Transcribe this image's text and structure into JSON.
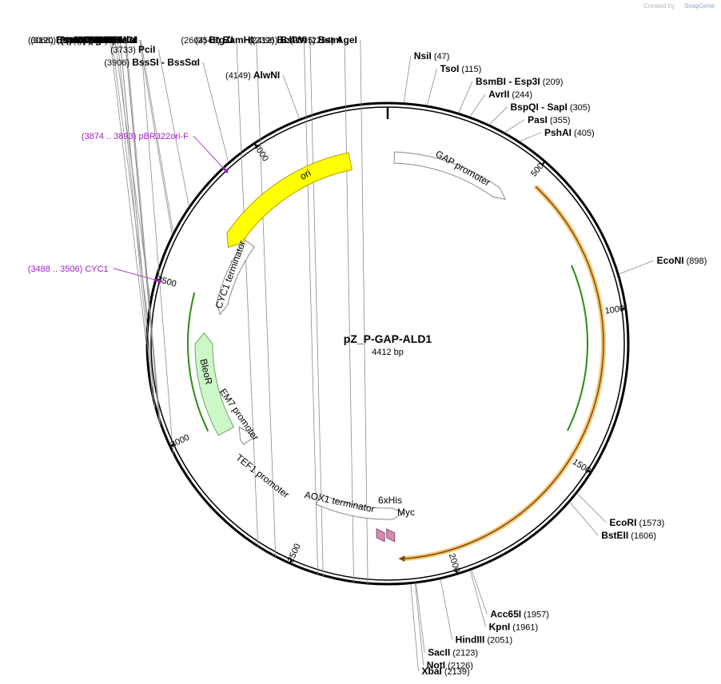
{
  "credit": {
    "created_by": "Created by",
    "brand": "SnapGene"
  },
  "plasmid": {
    "name": "pZ_P-GAP-ALD1",
    "size_text": "4412 bp",
    "length": 4412
  },
  "ticks": [
    {
      "value": 500,
      "label": "500"
    },
    {
      "value": 1000,
      "label": "1000"
    },
    {
      "value": 1500,
      "label": "1500"
    },
    {
      "value": 2000,
      "label": "2000"
    },
    {
      "value": 2500,
      "label": "2500"
    },
    {
      "value": 3000,
      "label": "3000"
    },
    {
      "value": 3500,
      "label": "3500"
    },
    {
      "value": 4000,
      "label": "4000"
    }
  ],
  "sites": [
    {
      "name": "NsiI",
      "pos": "(47)",
      "bp": 47,
      "side": "R",
      "order": "name-first"
    },
    {
      "name": "TsoI",
      "pos": "(115)",
      "bp": 115,
      "side": "R",
      "order": "name-first"
    },
    {
      "name": "BsmBI  - Esp3I",
      "pos": "(209)",
      "bp": 209,
      "side": "R",
      "order": "name-first"
    },
    {
      "name": "AvrII",
      "pos": "(244)",
      "bp": 244,
      "side": "R",
      "order": "name-first"
    },
    {
      "name": "BspQI  - SapI",
      "pos": "(305)",
      "bp": 305,
      "side": "R",
      "order": "name-first"
    },
    {
      "name": "PasI",
      "pos": "(355)",
      "bp": 355,
      "side": "R",
      "order": "name-first"
    },
    {
      "name": "PshAI",
      "pos": "(405)",
      "bp": 405,
      "side": "R",
      "order": "name-first"
    },
    {
      "name": "EcoNI",
      "pos": "(898)",
      "bp": 898,
      "side": "R",
      "order": "name-first"
    },
    {
      "name": "EcoRI",
      "pos": "(1573)",
      "bp": 1573,
      "side": "R",
      "order": "name-first"
    },
    {
      "name": "BstEII",
      "pos": "(1606)",
      "bp": 1606,
      "side": "R",
      "order": "name-first"
    },
    {
      "name": "Acc65I",
      "pos": "(1957)",
      "bp": 1957,
      "side": "R",
      "order": "name-first"
    },
    {
      "name": "KpnI",
      "pos": "(1961)",
      "bp": 1961,
      "side": "R",
      "order": "name-first"
    },
    {
      "name": "HindIII",
      "pos": "(2051)",
      "bp": 2051,
      "side": "R",
      "order": "name-first"
    },
    {
      "name": "SacII",
      "pos": "(2123)",
      "bp": 2123,
      "side": "R",
      "order": "name-first"
    },
    {
      "name": "NotI",
      "pos": "(2126)",
      "bp": 2126,
      "side": "R",
      "order": "name-first"
    },
    {
      "name": "XbaI",
      "pos": "(2139)",
      "bp": 2139,
      "side": "R",
      "order": "name-first"
    },
    {
      "name": "AgeI",
      "pos": "(2264)",
      "bp": 2264,
      "side": "L",
      "order": "pos-first"
    },
    {
      "name": "BsmI",
      "pos": "(2305)",
      "bp": 2305,
      "side": "L",
      "order": "pos-first"
    },
    {
      "name": "BsiWI",
      "pos": "(2396)",
      "bp": 2396,
      "side": "L",
      "order": "pos-first"
    },
    {
      "name": "BclI *",
      "pos": "(2412)",
      "bp": 2412,
      "side": "L",
      "order": "pos-first"
    },
    {
      "name": "BamHI",
      "pos": "(2545)",
      "bp": 2545,
      "side": "L",
      "order": "pos-first"
    },
    {
      "name": "BtgZI",
      "pos": "(2604)",
      "bp": 2604,
      "side": "L",
      "order": "pos-first"
    },
    {
      "name": "AseI",
      "pos": "(2974)",
      "bp": 2974,
      "side": "L",
      "order": "pos-first"
    },
    {
      "name": "BssHII  - MauBI",
      "pos": "(3068)",
      "bp": 3068,
      "side": "L",
      "order": "pos-first"
    },
    {
      "name": "ZraI",
      "pos": "(3076)",
      "bp": 3076,
      "side": "L",
      "order": "pos-first"
    },
    {
      "name": "AatII",
      "pos": "(3078)",
      "bp": 3078,
      "side": "L",
      "order": "pos-first"
    },
    {
      "name": "TspMI  - XmaI",
      "pos": "(3120)",
      "bp": 3120,
      "side": "L",
      "order": "pos-first"
    },
    {
      "name": "SmaI",
      "pos": "(3122)",
      "bp": 3122,
      "side": "L",
      "order": "pos-first"
    },
    {
      "name": "SgrAI",
      "pos": "(3146)",
      "bp": 3146,
      "side": "L",
      "order": "pos-first"
    },
    {
      "name": "FseI",
      "pos": "(3308)",
      "bp": 3308,
      "side": "L",
      "order": "pos-first"
    },
    {
      "name": "DraIII",
      "pos": "(3385)",
      "bp": 3385,
      "side": "L",
      "order": "pos-first"
    },
    {
      "name": "StuI",
      "pos": "(3436)",
      "bp": 3436,
      "side": "L",
      "order": "pos-first"
    },
    {
      "name": "BsrGI",
      "pos": "(3637)",
      "bp": 3637,
      "side": "L",
      "order": "pos-first"
    },
    {
      "name": "MluI",
      "pos": "(3644)",
      "bp": 3644,
      "side": "L",
      "order": "pos-first"
    },
    {
      "name": "PciI",
      "pos": "(3733)",
      "bp": 3733,
      "side": "L",
      "order": "pos-first"
    },
    {
      "name": "BssSI  - BssSαI",
      "pos": "(3906)",
      "bp": 3906,
      "side": "L",
      "order": "pos-first"
    },
    {
      "name": "AlwNI",
      "pos": "(4149)",
      "bp": 4149,
      "side": "L",
      "order": "pos-first"
    }
  ],
  "primers": [
    {
      "range": "(3874 .. 3893)",
      "name": "pBR322ori-F",
      "bp": 3884
    },
    {
      "range": "(3488 .. 3506)",
      "name": "CYC1",
      "bp": 3497
    }
  ],
  "features": [
    {
      "name": "ori",
      "start": 4270,
      "end": 3690,
      "dir": -1,
      "fill": "#ffff00",
      "stroke": "#b4a000",
      "type": "arrow"
    },
    {
      "name": "GAP promoter",
      "start": 25,
      "end": 480,
      "dir": 1,
      "fill": "#ffffff",
      "stroke": "#888888",
      "type": "arrow"
    },
    {
      "name": "CYC1 terminator",
      "start": 3750,
      "end": 3430,
      "dir": -1,
      "fill": "#ffffff",
      "stroke": "#888888",
      "type": "arrow"
    },
    {
      "name": "BleoR",
      "start": 2960,
      "end": 3350,
      "dir": 1,
      "fill": "#ccf8c8",
      "stroke": "#68a868",
      "type": "arrow"
    },
    {
      "name": "EM7 promoter",
      "start": 2880,
      "end": 2950,
      "dir": 1,
      "fill": "#ffffff",
      "stroke": "#888888",
      "type": "arrow"
    },
    {
      "name": "TEF1 promoter",
      "start": 2880,
      "end": 2880,
      "dir": 1,
      "fill": "#ffffff",
      "stroke": "#888888",
      "type": "label"
    },
    {
      "name": "AOX1 terminator",
      "start": 2140,
      "end": 2500,
      "dir": -1,
      "fill": "#ffffff",
      "stroke": "#888888",
      "type": "arrow"
    },
    {
      "name": "6xHis",
      "start": 2224,
      "end": 2240,
      "dir": -1,
      "fill": "#d18cb0",
      "stroke": "#8c4c78",
      "type": "tag"
    },
    {
      "name": "Myc",
      "start": 2180,
      "end": 2210,
      "dir": -1,
      "fill": "#d18cb0",
      "stroke": "#8c4c78",
      "type": "tag"
    }
  ],
  "colors": {
    "orf_orange": "#f5a623",
    "orf_line": "#7a4c10",
    "green_line": "#2a8c10"
  }
}
